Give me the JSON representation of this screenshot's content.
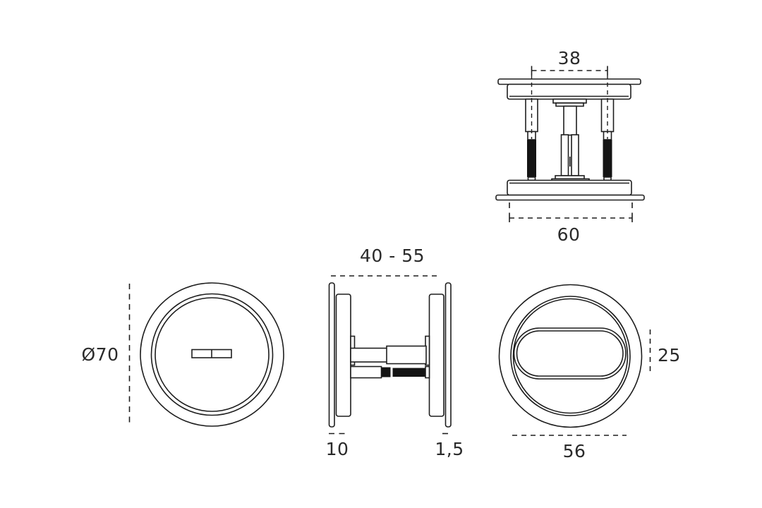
{
  "drawing": {
    "type": "technical-drawing",
    "subject": "round flush pull handle set for sliding door",
    "background": "#ffffff",
    "line_color": "#1e1e1e",
    "text_color": "#2a2a2a"
  },
  "dimensions": {
    "screw_spacing": "38",
    "rosette_edge_width": "60",
    "rosette_diameter": "Ø70",
    "door_thickness_range": "40 - 55",
    "body_depth": "10",
    "flange_thickness": "1,5",
    "recess_height": "25",
    "recess_width": "56"
  }
}
